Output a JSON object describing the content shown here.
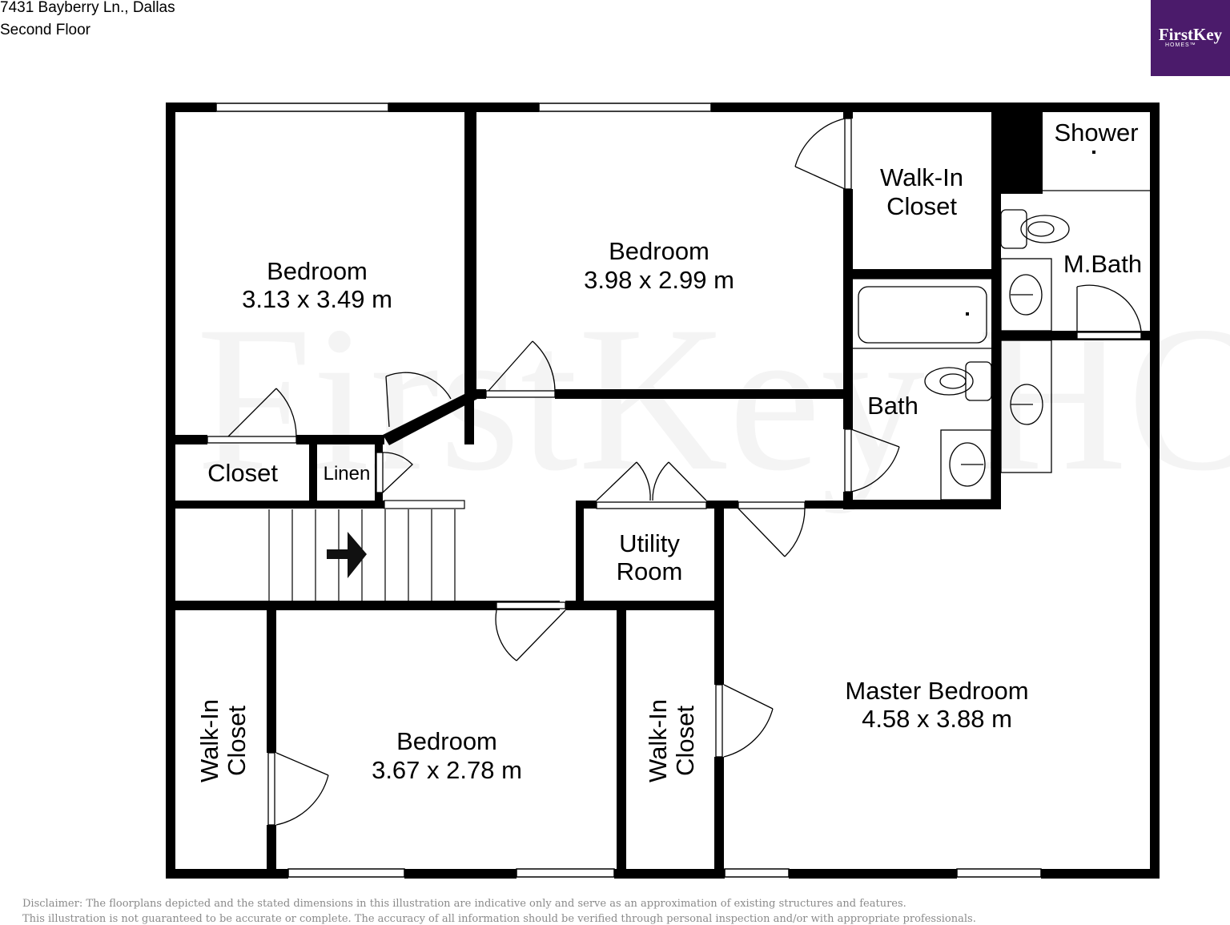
{
  "header": {
    "address": "7431 Bayberry Ln., Dallas",
    "floor": "Second Floor"
  },
  "logo": {
    "brand": "FirstKey",
    "sub": "HOMES™",
    "color": "#4b1b6b"
  },
  "watermark": "FirstKey HOMES",
  "rooms": {
    "bedroom_nw": {
      "name": "Bedroom",
      "dims": "3.13 x 3.49 m"
    },
    "bedroom_n": {
      "name": "Bedroom",
      "dims": "3.98 x 2.99 m"
    },
    "walkin_n": {
      "line1": "Walk-In",
      "line2": "Closet"
    },
    "shower": "Shower",
    "mbath": "M.Bath",
    "bath": "Bath",
    "closet": "Closet",
    "linen": "Linen",
    "utility": {
      "line1": "Utility",
      "line2": "Room"
    },
    "master": {
      "name": "Master Bedroom",
      "dims": "4.58 x 3.88 m"
    },
    "bedroom_s": {
      "name": "Bedroom",
      "dims": "3.67 x 2.78 m"
    },
    "walkin_sw": {
      "line1": "Walk-In",
      "line2": "Closet"
    },
    "walkin_sm": {
      "line1": "Walk-In",
      "line2": "Closet"
    }
  },
  "disclaimer": {
    "line1": "Disclaimer: The floorplans depicted and the stated dimensions in this illustration are indicative only and serve as an approximation of existing structures and features.",
    "line2": "This illustration is not guaranteed to be accurate or complete. The accuracy of all information should be verified through personal inspection and/or with appropriate professionals."
  }
}
